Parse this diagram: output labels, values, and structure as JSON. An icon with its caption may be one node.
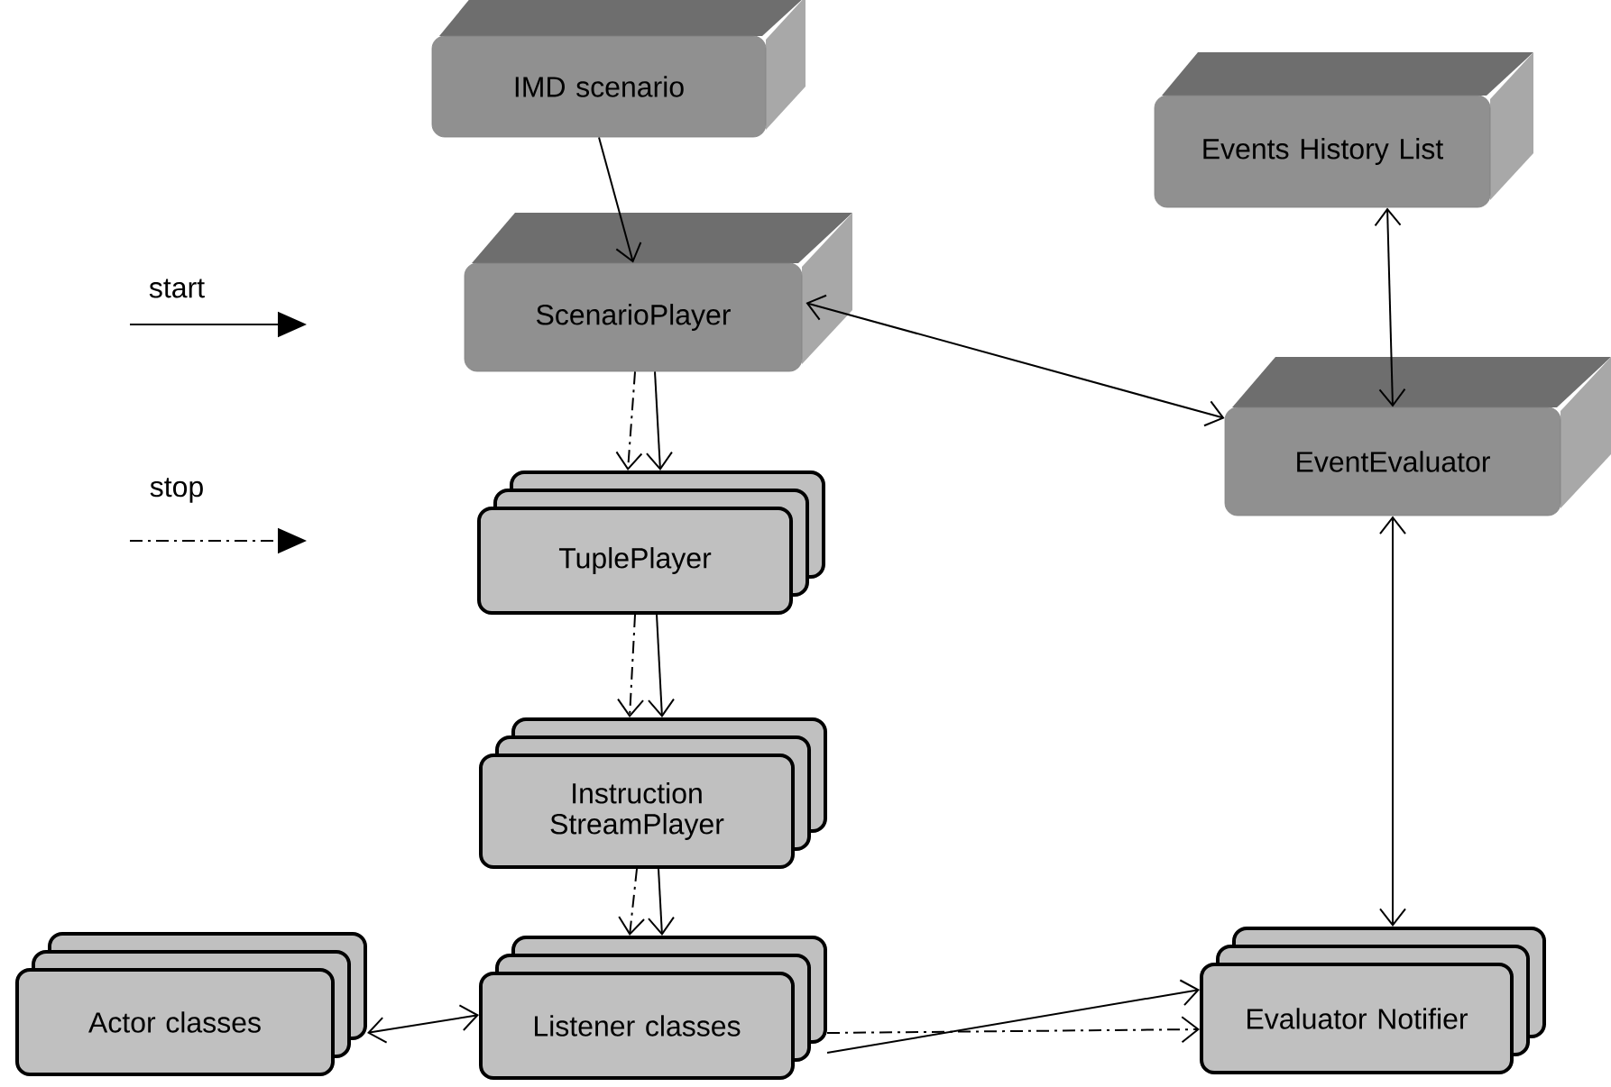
{
  "diagram": {
    "nodes": [
      {
        "text": [
          "IMD scenario"
        ]
      },
      {
        "text": [
          "Events History List"
        ]
      },
      {
        "text": [
          "ScenarioPlayer"
        ]
      },
      {
        "text": [
          "EventEvaluator"
        ]
      },
      {
        "text": [
          "TuplePlayer"
        ]
      },
      {
        "text": [
          "Instruction StreamPlayer"
        ]
      },
      {
        "text": [
          "Actor classes"
        ]
      },
      {
        "text": [
          "Listener classes"
        ]
      },
      {
        "text": [
          "Evaluator Notifier"
        ]
      }
    ],
    "edges": [
      {
        "from": 0,
        "to": 2,
        "arrow": "to"
      },
      {
        "from": 2,
        "to": 4,
        "arrow": "to"
      },
      {
        "from": 2,
        "to": 4,
        "arrow": "to",
        "style": "dashed"
      },
      {
        "from": 4,
        "to": 5,
        "arrow": "to"
      },
      {
        "from": 4,
        "to": 5,
        "arrow": "to",
        "style": "dashed"
      },
      {
        "from": 5,
        "to": 7,
        "arrow": "to"
      },
      {
        "from": 5,
        "to": 7,
        "arrow": "to",
        "style": "dashed"
      },
      {
        "from": 6,
        "to": 7,
        "arrow": "both"
      },
      {
        "from": 2,
        "to": 3,
        "arrow": "both"
      },
      {
        "from": 1,
        "to": 3,
        "arrow": "both"
      },
      {
        "from": 3,
        "to": 8,
        "arrow": "both"
      },
      {
        "from": 7,
        "to": 8,
        "arrow": "to"
      },
      {
        "from": 7,
        "to": 8,
        "arrow": "to",
        "style": "dashed"
      }
    ],
    "legend": [
      {
        "text": "start"
      },
      {
        "text": "stop"
      }
    ]
  }
}
